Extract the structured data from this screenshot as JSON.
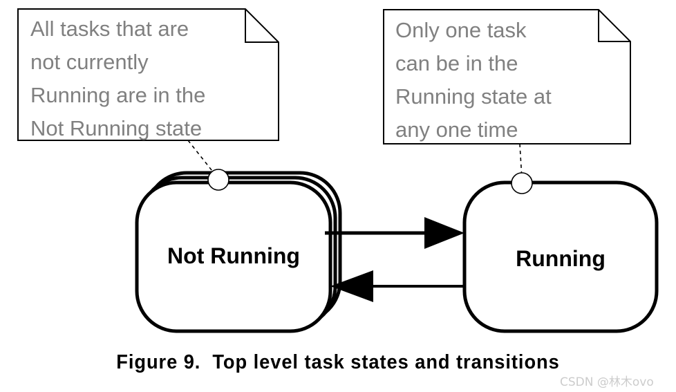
{
  "figure": {
    "caption": "Figure 9.  Top level task states and transitions",
    "watermark": "CSDN @林木ovo",
    "stroke_color": "#000000",
    "note_text_color": "#808080",
    "background_color": "#ffffff"
  },
  "notes": [
    {
      "id": "note-not-running",
      "text": "All tasks that are\nnot currently\nRunning are in the\nNot Running state",
      "anchor_state": "Not Running",
      "icon": "note-folded-corner"
    },
    {
      "id": "note-running",
      "text": "Only one task\ncan be in the\nRunning state at\nany one time",
      "anchor_state": "Running",
      "icon": "note-folded-corner"
    }
  ],
  "states": [
    {
      "id": "state-not-running",
      "label": "Not Running",
      "stacked": true,
      "stack_count": 3
    },
    {
      "id": "state-running",
      "label": "Running",
      "stacked": false,
      "stack_count": 1
    }
  ],
  "transitions": [
    {
      "id": "transition-to-running",
      "from": "Not Running",
      "to": "Running",
      "label": "",
      "direction": "right"
    },
    {
      "id": "transition-to-not-running",
      "from": "Running",
      "to": "Not Running",
      "label": "",
      "direction": "left"
    }
  ]
}
